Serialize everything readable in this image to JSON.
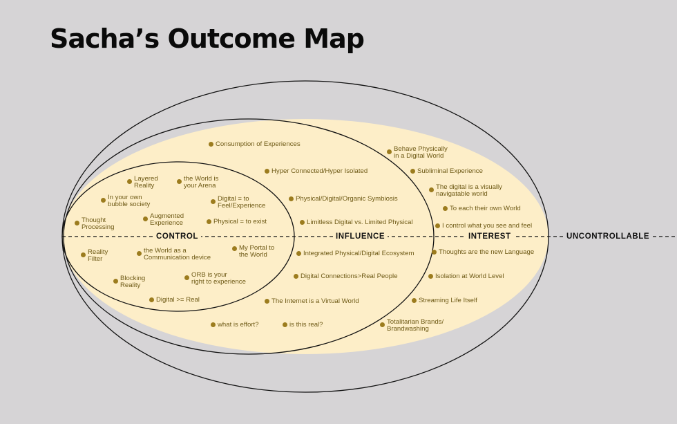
{
  "title": "Sacha’s Outcome Map",
  "zones": {
    "control": "CONTROL",
    "influence": "INFLUENCE",
    "interest": "INTEREST",
    "uncontrollable": "UNCONTROLLABLE"
  },
  "control_items": {
    "layered_reality": "Layered\nReality",
    "world_arena": "the World is\nyour Arena",
    "bubble_society": "In your own\nbubble society",
    "digital_feel": "Digital = to\nFeel/Experience",
    "augmented": "Augmented\nExperience",
    "thought_processing": "Thought\nProcessing",
    "physical_exist": "Physical = to exist",
    "reality_filter": "Reality\nFilter",
    "world_comm": "the World as a\nCommunication device",
    "portal": "My Portal to\nthe World",
    "blocking": "Blocking\nReality",
    "orb": "ORB is your\nright to experience",
    "digital_real": "Digital >= Real"
  },
  "influence_items": {
    "consumption": "Consumption of Experiences",
    "hyper": "Hyper Connected/Hyper Isolated",
    "symbiosis": "Physical/Digital/Organic Symbiosis",
    "limitless": "Limitless Digital vs. Limited Physical",
    "ecosystem": "Integrated Physical/Digital Ecosystem",
    "connections": "Digital Connections>Real People",
    "internet": "The Internet is a Virtual World",
    "effort": "what is effort?",
    "is_real": "is this real?"
  },
  "interest_items": {
    "behave": "Behave Physically\nin a Digital World",
    "subliminal": "Subliminal Experience",
    "navigable": "The digital is a visually\nnavigatable world",
    "own_world": "To each their own World",
    "i_control": "I control what you see and feel",
    "thoughts": "Thoughts are the new Language",
    "isolation": "Isolation at World Level",
    "streaming": "Streaming Life Itself",
    "totalitarian": "Totalitarian Brands/\nBrandwashing"
  },
  "colors": {
    "background": "#d6d4d6",
    "fill": "#fdeec8",
    "dot": "#9c7c1e",
    "label": "#6e5a16",
    "line": "#111111"
  }
}
